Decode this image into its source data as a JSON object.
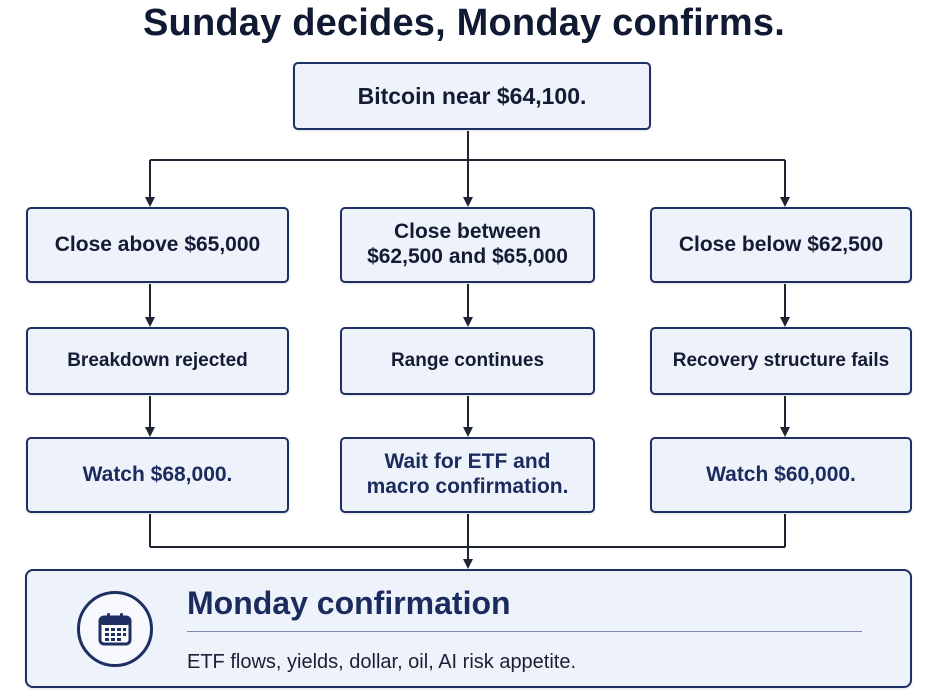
{
  "title": "Sunday decides, Monday confirms.",
  "root": {
    "label": "Bitcoin near $64,100."
  },
  "branches": [
    {
      "condition": [
        "Close above $65,000"
      ],
      "result": [
        "Breakdown rejected"
      ],
      "action": [
        "Watch $68,000."
      ]
    },
    {
      "condition": [
        "Close between",
        "$62,500 and $65,000"
      ],
      "result": [
        "Range continues"
      ],
      "action": [
        "Wait for ETF and",
        "macro confirmation."
      ]
    },
    {
      "condition": [
        "Close below $62,500"
      ],
      "result": [
        "Recovery structure fails"
      ],
      "action": [
        "Watch $60,000."
      ]
    }
  ],
  "footer": {
    "icon": "calendar-icon",
    "title": "Monday confirmation",
    "text": "ETF flows, yields, dollar, oil, AI risk appetite."
  },
  "colors": {
    "box_fill": "#edf2fb",
    "box_border": "#1e2f63",
    "connector": "#1f2433",
    "accent_text": "#1b2b5e"
  }
}
